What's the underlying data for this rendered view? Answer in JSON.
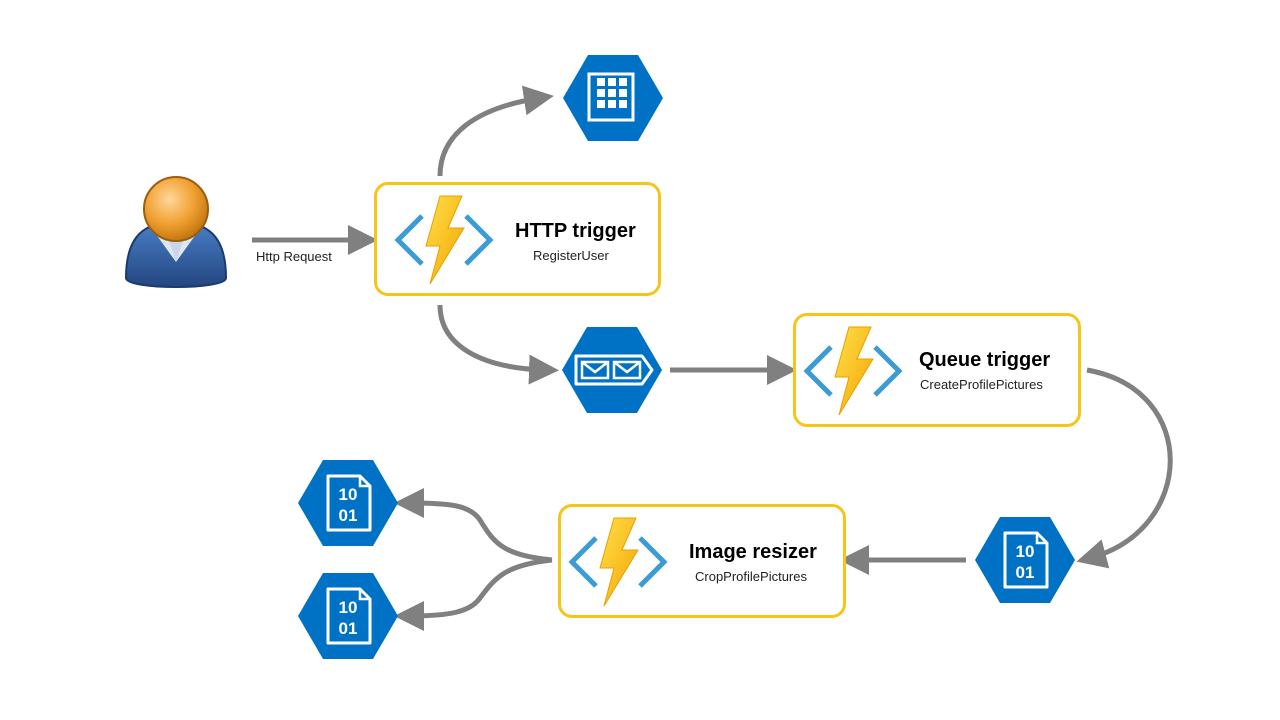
{
  "nodes": {
    "user": {
      "icon": "user-avatar-icon"
    },
    "http_trigger": {
      "title": "HTTP trigger",
      "subtitle": "RegisterUser",
      "icon": "azure-function-icon"
    },
    "queue_trigger": {
      "title": "Queue trigger",
      "subtitle": "CreateProfilePictures",
      "icon": "azure-function-icon"
    },
    "image_resizer": {
      "title": "Image resizer",
      "subtitle": "CropProfilePictures",
      "icon": "azure-function-icon"
    },
    "table_storage": {
      "icon": "table-storage-icon"
    },
    "queue_storage": {
      "icon": "queue-storage-icon"
    },
    "blob_input": {
      "icon": "blob-storage-icon",
      "text_top": "10",
      "text_bottom": "01"
    },
    "blob_out_1": {
      "icon": "blob-storage-icon",
      "text_top": "10",
      "text_bottom": "01"
    },
    "blob_out_2": {
      "icon": "blob-storage-icon",
      "text_top": "10",
      "text_bottom": "01"
    }
  },
  "edges": {
    "http_request_label": "Http Request"
  },
  "colors": {
    "azure_blue": "#0072c6",
    "function_border": "#f5c518",
    "bolt_yellow": "#fcd116",
    "bolt_orange": "#f5a800",
    "bracket_blue": "#3c9bd5",
    "arrow_gray": "#808080",
    "user_orange": "#f0a030",
    "user_blue": "#2c5fa8"
  }
}
